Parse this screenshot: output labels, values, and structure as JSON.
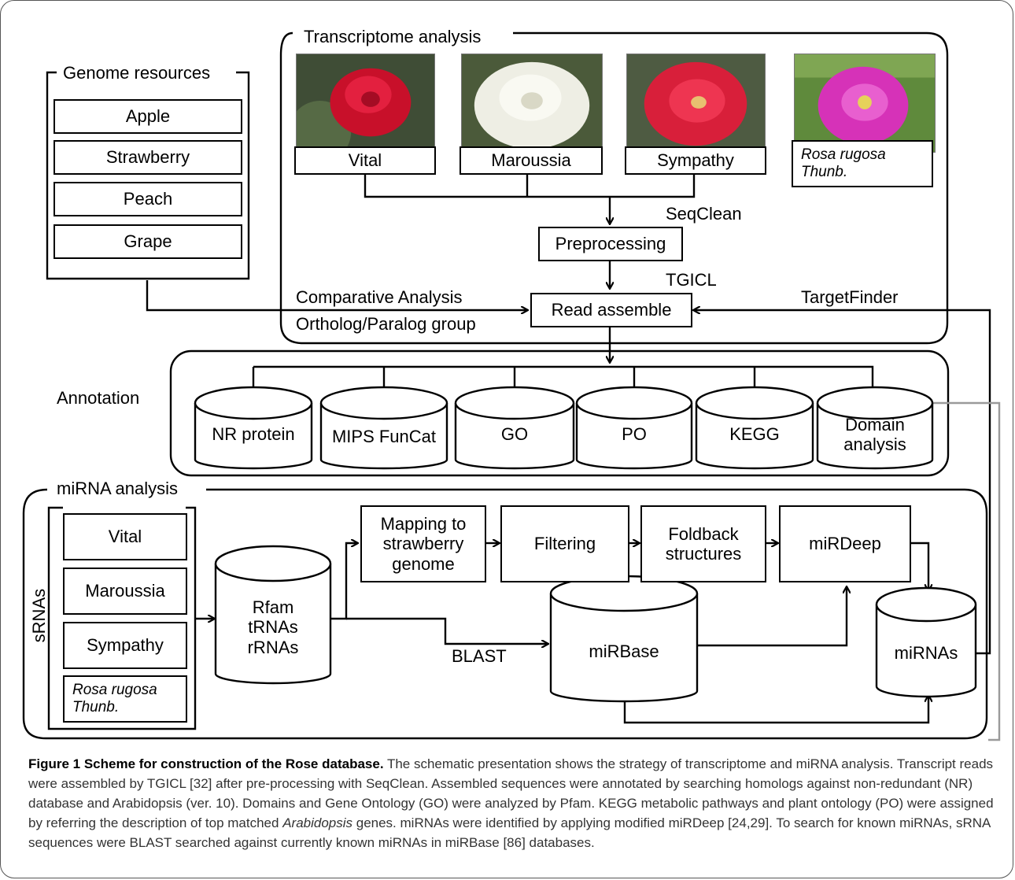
{
  "sections": {
    "transcriptome": "Transcriptome analysis",
    "genome": "Genome resources",
    "annotation": "Annotation",
    "mirna": "miRNA analysis",
    "srnas": "sRNAs"
  },
  "genome_items": [
    "Apple",
    "Strawberry",
    "Peach",
    "Grape"
  ],
  "cultivars": [
    "Vital",
    "Maroussia",
    "Sympathy",
    "Rosa rugosa Thunb."
  ],
  "steps": {
    "seqclean": "SeqClean",
    "preprocessing": "Preprocessing",
    "tgicl": "TGICL",
    "read_assemble": "Read assemble",
    "comparative": "Comparative Analysis",
    "ortholog": "Ortholog/Paralog group",
    "targetfinder": "TargetFinder"
  },
  "annotation_dbs": [
    "NR protein",
    "MIPS FunCat",
    "GO",
    "PO",
    "KEGG",
    "Domain analysis"
  ],
  "srna_items": [
    "Vital",
    "Maroussia",
    "Sympathy",
    "Rosa rugosa Thunb."
  ],
  "mirna_steps": {
    "rfam": "Rfam tRNAs rRNAs",
    "mapping": "Mapping to strawberry genome",
    "filtering": "Filtering",
    "foldback": "Foldback structures",
    "mirdeep": "miRDeep",
    "blast": "BLAST",
    "mirbase": "miRBase",
    "mirnas": "miRNAs"
  },
  "caption": {
    "label": "Figure 1 Scheme for construction of the Rose database.",
    "text1": " The schematic presentation shows the strategy of transcriptome and miRNA analysis. Transcript reads were assembled by TGICL [32] after pre-processing with SeqClean. Assembled sequences were annotated by searching homologs against non-redundant (NR) database and Arabidopsis (ver. 10). Domains and Gene Ontology (GO) were analyzed by Pfam. KEGG metabolic pathways and plant ontology (PO) were assigned by referring the description of top matched ",
    "italic": "Arabidopsis",
    "text2": " genes. miRNAs were identified by applying modified miRDeep [24,29]. To search for known miRNAs, sRNA sequences were BLAST searched against currently known miRNAs in miRBase [86] databases."
  }
}
